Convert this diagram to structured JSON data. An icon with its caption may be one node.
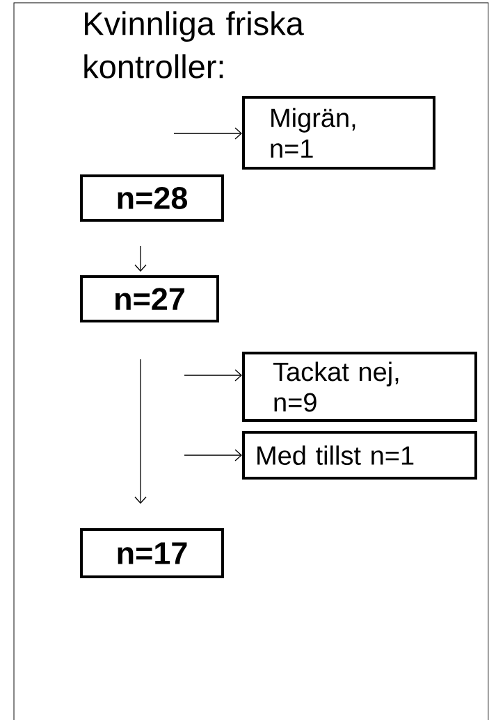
{
  "diagram": {
    "title": "Kvinnliga friska kontroller:",
    "nodes": [
      {
        "text": [
          "n=28"
        ]
      },
      {
        "text": [
          "Migrän, n=1"
        ]
      },
      {
        "text": [
          "n=27"
        ]
      },
      {
        "text": [
          "Tackat nej, n=9"
        ]
      },
      {
        "text": [
          "Med tillst n=1"
        ]
      },
      {
        "text": [
          "n=17"
        ]
      }
    ],
    "edges": [
      {
        "from": 0,
        "to": 2,
        "arrow": "to"
      },
      {
        "from": null,
        "to": 1,
        "arrow": "to"
      },
      {
        "from": 2,
        "to": 5,
        "arrow": "to"
      },
      {
        "from": null,
        "to": 3,
        "arrow": "to"
      },
      {
        "from": null,
        "to": 4,
        "arrow": "to"
      }
    ]
  }
}
